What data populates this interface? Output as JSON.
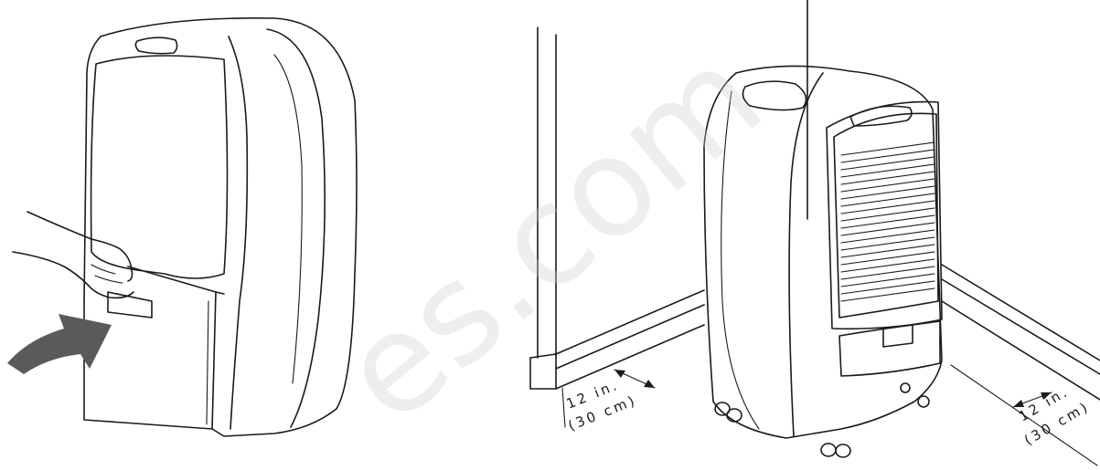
{
  "watermark": "es.com",
  "clearance_left": {
    "line1": "12 in.",
    "line2": "(30 cm)"
  },
  "clearance_right": {
    "line1": "12 in.",
    "line2": "(30 cm)"
  },
  "colors": {
    "stroke": "#1a1a1a",
    "arrow": "#5a5a5a",
    "watermark": "#cfcfcf"
  }
}
